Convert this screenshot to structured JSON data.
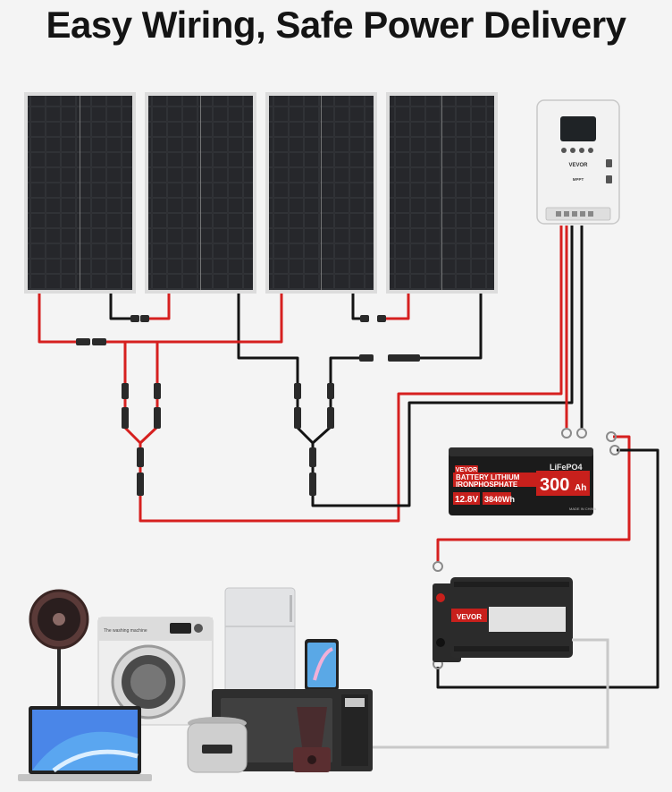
{
  "headline": "Easy Wiring, Safe Power Delivery",
  "controller": {
    "brand": "VEVOR",
    "model": "MPPT"
  },
  "battery": {
    "brand": "VEVOR",
    "chemistry": "LiFePO4",
    "line1": "BATTERY LITHIUM",
    "line2": "IRONPHOSPHATE",
    "capacity_value": "300",
    "capacity_unit": "Ah",
    "voltage": "12.8V",
    "energy": "3840Wh",
    "origin": "MADE IN CHINA"
  },
  "inverter": {
    "brand": "VEVOR"
  },
  "appliances": {
    "washer_label": "The washing machine"
  },
  "colors": {
    "positive_wire": "#d6201f",
    "negative_wire": "#141414",
    "ac_wire": "#c8c8c8",
    "battery_red": "#c8201c",
    "panel_cell": "#1e1f22",
    "panel_frame": "#dcdcdc"
  },
  "icons": [
    "solar-panel-icon",
    "charge-controller-icon",
    "battery-icon",
    "inverter-icon",
    "fan-icon",
    "washing-machine-icon",
    "refrigerator-icon",
    "tablet-icon",
    "laptop-icon",
    "rice-cooker-icon",
    "blender-icon",
    "microwave-icon"
  ]
}
